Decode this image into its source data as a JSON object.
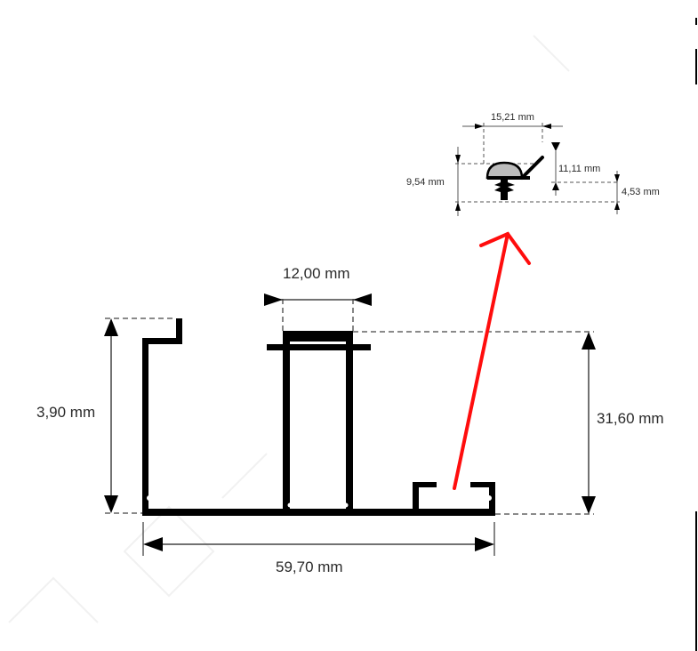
{
  "profile": {
    "dimensions": {
      "width": "59,70 mm",
      "left_height": "3,90 mm",
      "channel_width": "12,00 mm",
      "right_height": "31,60 mm"
    }
  },
  "seal": {
    "dimensions": {
      "width": "15,21 mm",
      "total_height": "9,54 mm",
      "lip_height": "11,11 mm",
      "base_height": "4,53 mm"
    }
  },
  "colors": {
    "profile": "#000000",
    "seal_head": "#bcbcbc",
    "dimension_lines": "#4a4a4a",
    "arrow": "#ff0d0d"
  }
}
